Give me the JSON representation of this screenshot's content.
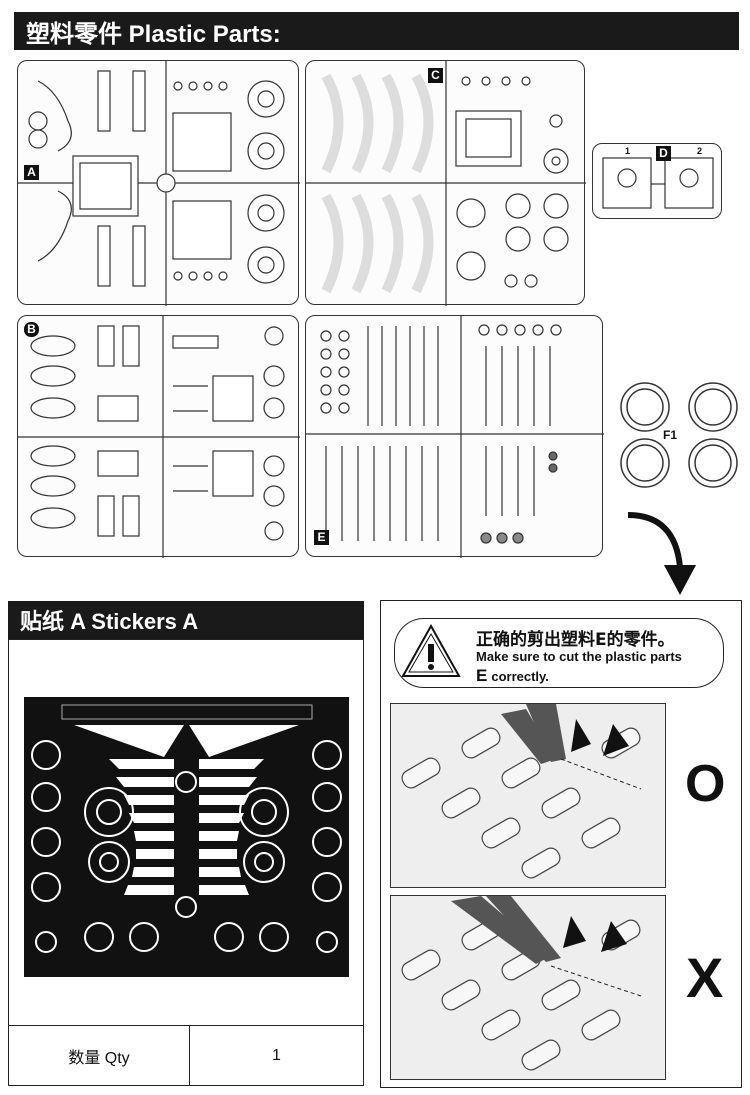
{
  "plastic_header": {
    "title": "塑料零件 Plastic Parts:"
  },
  "sprues": {
    "A": {
      "label": "A"
    },
    "B": {
      "label": "B"
    },
    "C": {
      "label": "C"
    },
    "D": {
      "label": "D",
      "numbers": [
        "1",
        "2"
      ]
    },
    "E": {
      "label": "E"
    },
    "F": {
      "label": "F1"
    }
  },
  "stickers": {
    "header": "贴纸 A  Stickers A",
    "qty_label": "数量  Qty",
    "qty_value": "1"
  },
  "instruction": {
    "cn": "正确的剪出塑料E的零件。",
    "en_line1": "Make sure to cut the plastic parts",
    "en_letter": "E",
    "en_line2": "correctly.",
    "correct_symbol": "O",
    "wrong_symbol": "X"
  }
}
